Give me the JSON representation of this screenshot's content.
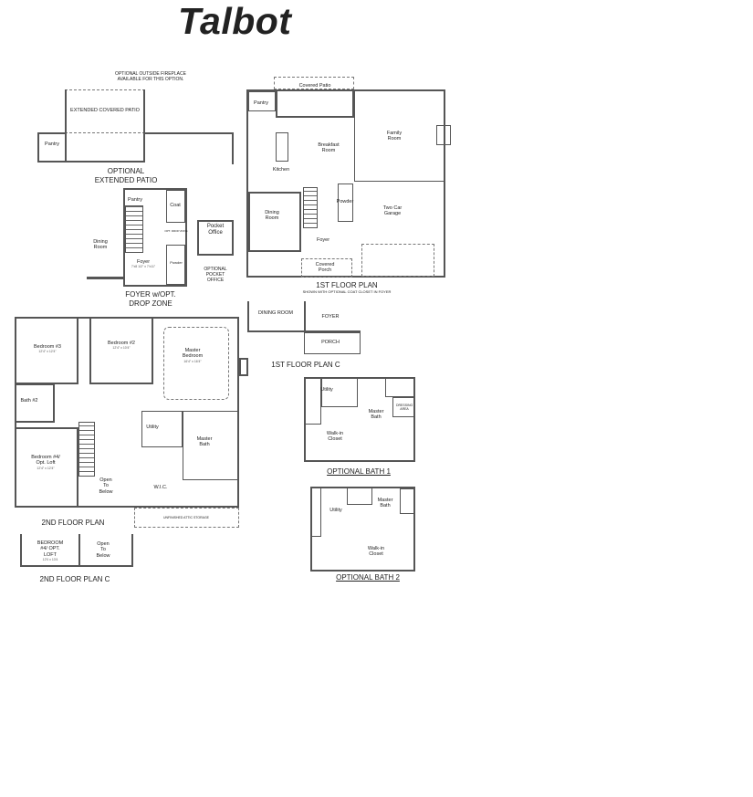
{
  "title": "Talbot",
  "extended_patio": {
    "note": "OPTIONAL OUTSIDE FIREPLACE",
    "note2": "AVAILABLE FOR THIS OPTION.",
    "patio": "EXTENDED COVERED PATIO",
    "pantry": "Pantry",
    "caption": "OPTIONAL",
    "caption2": "EXTENDED PATIO"
  },
  "foyer_drop_zone": {
    "pantry": "Pantry",
    "coat": "Coat",
    "dining": "Dining Room",
    "foyer": "Foyer",
    "foyer_dim": "7'x8 1/2\" x 7'x11\"",
    "powder": "Powder",
    "drop_zone": "OPT. DROP ZONE",
    "caption": "FOYER w/OPT.",
    "caption2": "DROP ZONE"
  },
  "pocket_office": {
    "room": "Pocket Office",
    "caption": "OPTIONAL",
    "caption2": "POCKET",
    "caption3": "OFFICE"
  },
  "first_floor": {
    "covered_patio": "Covered Patio",
    "pantry": "Pantry",
    "breakfast": "Breakfast Room",
    "kitchen": "Kitchen",
    "family": "Family Room",
    "dining": "Dining Room",
    "powder": "Powder",
    "garage": "Two Car Garage",
    "foyer": "Foyer",
    "porch": "Covered Porch",
    "caption": "1ST FLOOR PLAN",
    "subcaption": "SHOWN WITH OPTIONAL COAT CLOSET IN FOYER"
  },
  "first_floor_c": {
    "dining": "DINING ROOM",
    "foyer": "FOYER",
    "porch": "PORCH",
    "caption": "1ST FLOOR PLAN C"
  },
  "second_floor": {
    "bed3": "Bedroom #3",
    "bed3_dim": "12'4\" x 12'4\"",
    "bed2": "Bedroom #2",
    "bed2_dim": "12'4\" x 10'4\"",
    "master": "Master Bedroom",
    "master_dim": "16'4\" x 16'4\"",
    "bath2": "Bath #2",
    "bed4": "Bedroom #4/ Opt. Loft",
    "bed4_dim": "12'4\" x 12'4\"",
    "open": "Open To Below",
    "utility": "Utility",
    "master_bath": "Master Bath",
    "wic": "W.I.C.",
    "attic": "UNFINISHED ATTIC STORAGE",
    "caption": "2ND FLOOR PLAN"
  },
  "second_floor_c": {
    "bed4": "BEDROOM #4/ OPT. LOFT",
    "bed4_dim": "12'0 x 13'4",
    "open": "Open To Below",
    "caption": "2ND FLOOR PLAN C"
  },
  "bath1": {
    "utility": "Utility",
    "master_bath": "Master Bath",
    "closet": "Walk-in Closet",
    "dressing": "DRESSING AREA",
    "caption": "OPTIONAL BATH 1"
  },
  "bath2": {
    "utility": "Utility",
    "master_bath": "Master Bath",
    "closet": "Walk-in Closet",
    "caption": "OPTIONAL BATH 2"
  }
}
